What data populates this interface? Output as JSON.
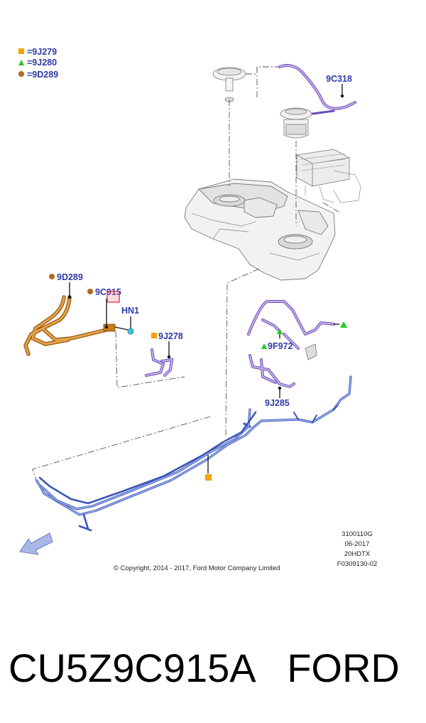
{
  "legend": [
    {
      "shape": "square",
      "color": "#f5a300",
      "label": "=9J279"
    },
    {
      "shape": "triangle",
      "color": "#22cc22",
      "label": "=9J280"
    },
    {
      "shape": "circle",
      "color": "#b56a1f",
      "label": "=9D289"
    }
  ],
  "callouts": {
    "c9c318": "9C318",
    "c9d289": "9D289",
    "c9c915": "9C915",
    "hn1": "HN1",
    "c9j278": "9J278",
    "c9f972": "9F972",
    "c9j285": "9J285"
  },
  "drawing_info": [
    "3100110G",
    "06-2017",
    "20HDTX",
    "F0309130-02"
  ],
  "copyright": "© Copyright, 2014 - 2017, Ford Motor Company Limited",
  "caption": "CU5Z9C915A   FORD",
  "colors": {
    "label_blue": "#2f3aa8",
    "orange_marker": "#f5a300",
    "green_marker": "#22cc22",
    "brown_marker": "#b56a1f",
    "highlight_red": "#e0303a",
    "blue_lines": "#5a7ad8",
    "purple_lines": "#9a72c8",
    "orange_hose": "#c97a1a"
  }
}
